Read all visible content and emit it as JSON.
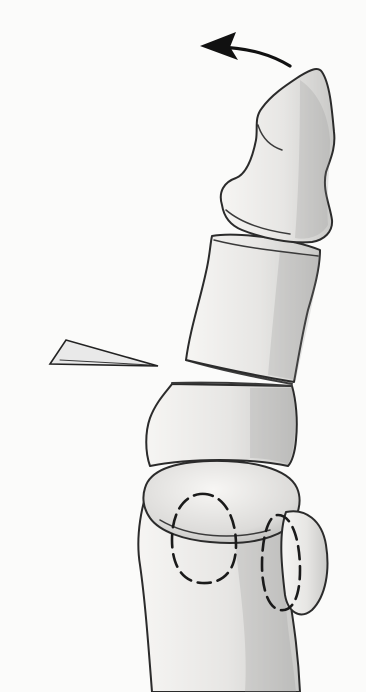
{
  "figure": {
    "subject": "hallux-osteotomy-sketch",
    "elements": [
      "rotation-arrow",
      "distal-phalanx",
      "proximal-phalanx",
      "osteotomy-wedge",
      "osteotomy-cut",
      "metatarsal-head",
      "sesamoid-outlines"
    ],
    "colors": {
      "background": "#fbfbfa",
      "ink": "#1a1a1a",
      "bone_light": "#f4f3f1",
      "bone_shade": "#c9c9c7"
    }
  }
}
